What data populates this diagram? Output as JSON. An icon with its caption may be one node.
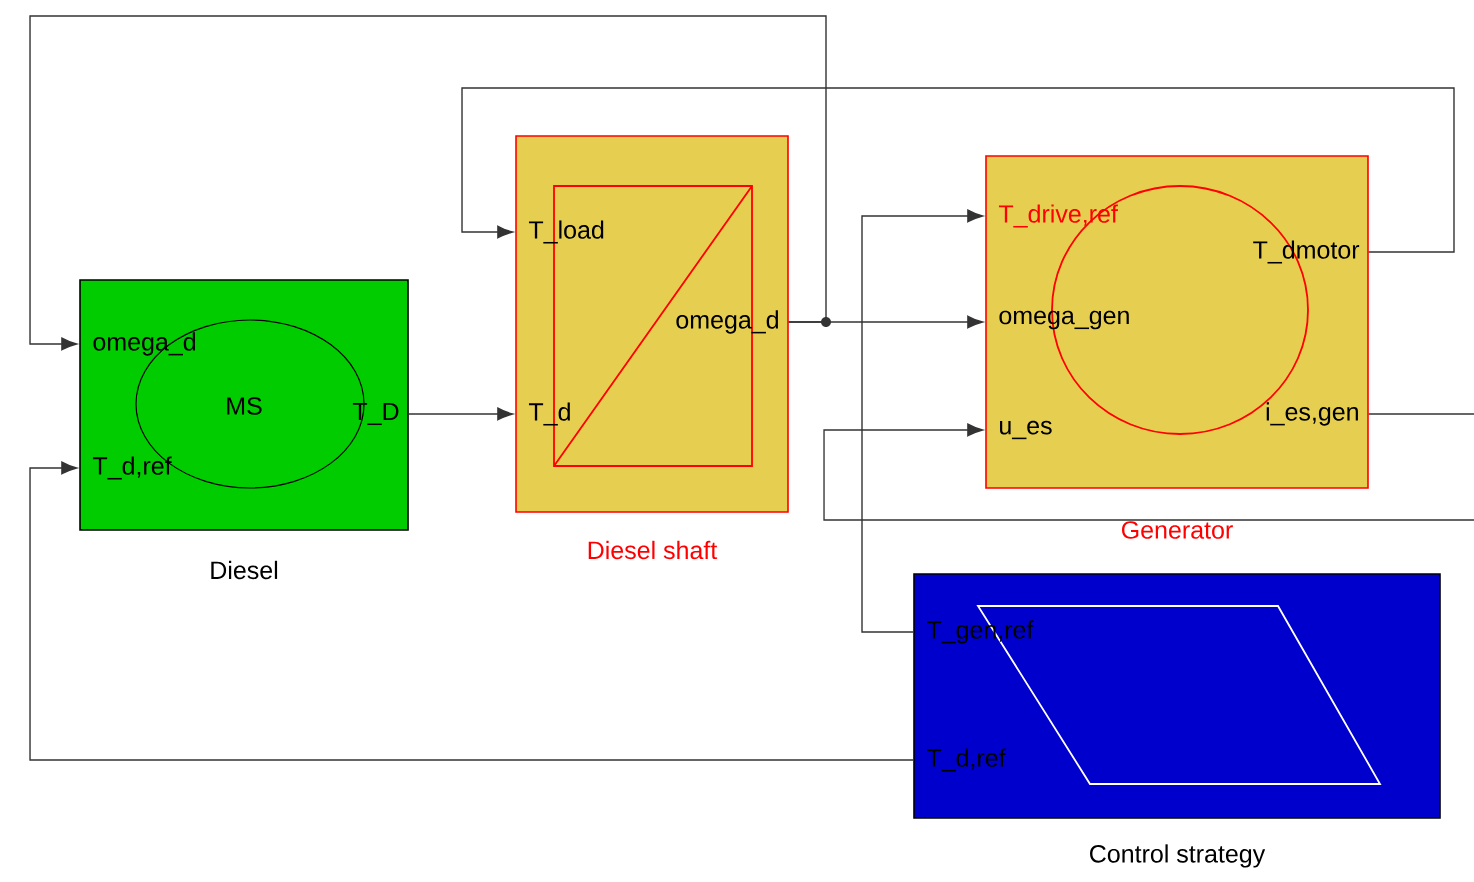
{
  "diagram": {
    "nodes": [
      {
        "text": [
          "omega_d",
          "MS",
          "T_D",
          "T_d,ref"
        ],
        "beside": [
          "Diesel"
        ]
      },
      {
        "text": [
          "T_load",
          "omega_d",
          "T_d"
        ],
        "beside": [
          "Diesel shaft"
        ]
      },
      {
        "text": [
          "T_drive,ref",
          "T_dmotor",
          "omega_gen",
          "i_es,gen",
          "u_es"
        ],
        "beside": [
          "Generator"
        ]
      },
      {
        "text": [
          "T_gen,ref",
          "T_d,ref"
        ],
        "beside": [
          "Control strategy"
        ]
      }
    ],
    "edges": [
      {
        "from": 1,
        "to": 2,
        "arrow": "to"
      },
      {
        "from": 1,
        "to": 0,
        "arrow": "to"
      },
      {
        "from": 2,
        "to": 1,
        "arrow": "to"
      },
      {
        "from": 0,
        "to": 1,
        "arrow": "to"
      },
      {
        "from": 3,
        "to": 2,
        "arrow": "to"
      },
      {
        "from": 3,
        "to": 0,
        "arrow": "to"
      },
      {
        "from": 2,
        "to": null,
        "arrow": "none"
      },
      {
        "from": null,
        "to": 2,
        "arrow": "to"
      }
    ]
  }
}
